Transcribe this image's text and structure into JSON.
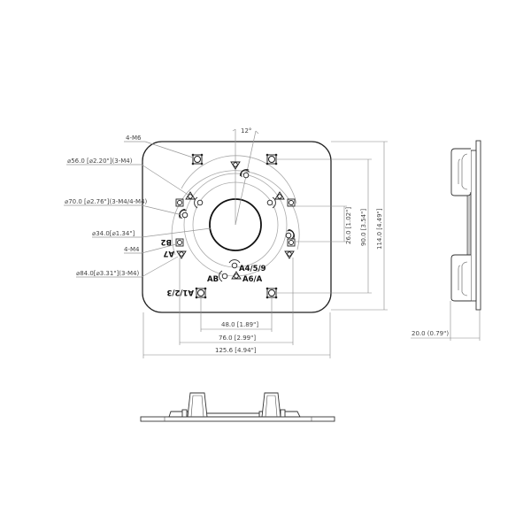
{
  "drawing": {
    "title": "Mount plate technical drawing",
    "colors": {
      "line": "#222222",
      "dimension": "#888888",
      "background": "#ffffff"
    },
    "top_view": {
      "angle_label": "12°",
      "callouts": [
        {
          "id": "m6",
          "text": "4-M6"
        },
        {
          "id": "d56",
          "text": "⌀56.0 [⌀2.20\"](3-M4)"
        },
        {
          "id": "d70",
          "text": "⌀70.0 [⌀2.76\"](3-M4/4-M4)"
        },
        {
          "id": "d34",
          "text": "⌀34.0[⌀1.34\"]"
        },
        {
          "id": "m4",
          "text": "4-M4"
        },
        {
          "id": "d84",
          "text": "⌀84.0[⌀3.31\"](3-M4)"
        }
      ],
      "hole_labels": {
        "b2": "B2",
        "a7": "A7",
        "a123": "A1/2/3",
        "a459": "A4/5/9",
        "a6a": "A6/A",
        "ab": "AB"
      },
      "dimensions": {
        "h48": "48.0 [1.89\"]",
        "h76": "76.0 [2.99\"]",
        "h125": "125.6 [4.94\"]",
        "v26": "26.0 [1.02\"]",
        "v90": "90.0 [3.54\"]",
        "v114": "114.0 [4.49\"]"
      }
    },
    "side_view": {
      "dimensions": {
        "depth": "20.0 (0.79\")"
      }
    }
  }
}
